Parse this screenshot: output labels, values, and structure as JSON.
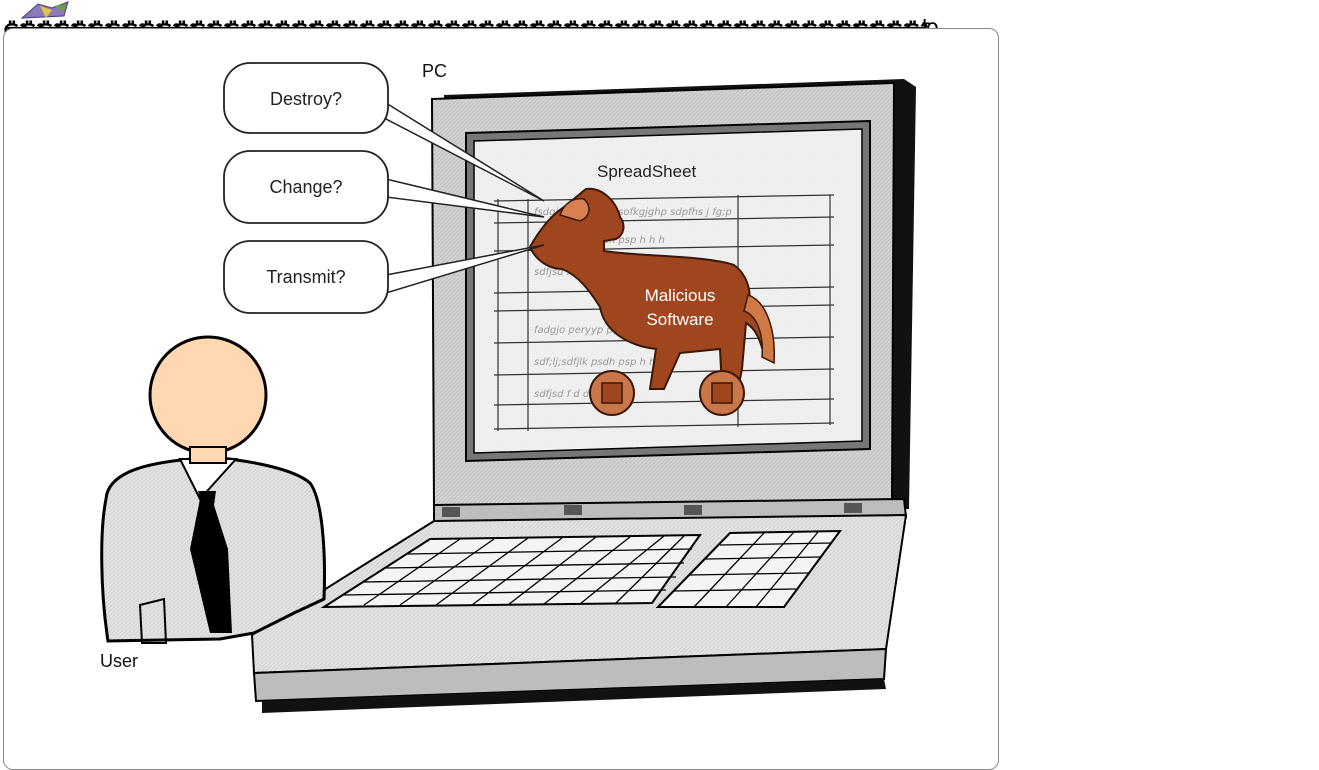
{
  "header": {
    "garbled_text": "ఊఊఊఊఊఊఊఊఊఊఊఊఊఊఊఊఊఊఊఊఊఊఊఊఊఊఊఊఊఊఊఊఊఊఊఊఊఊఊఊఊఊఊఊఊఊఊఊఊఊఊఊఊఊ",
    "garbled_tail": "to"
  },
  "diagram": {
    "pc_label": "PC",
    "user_label": "User",
    "screen_title": "SpreadSheet",
    "trojan_label_line1": "Malicious",
    "trojan_label_line2": "Software",
    "bubbles": [
      "Destroy?",
      "Change?",
      "Transmit?"
    ],
    "sheet_rows": [
      "fsdgjo peryyp pdsofkgjghp sdpfhs j fg;p",
      "sdf;lj;sdfjlk psdh psp  h h h",
      "sdfjsd  fsd",
      "fadgjo peryyp pdsofkgjghp sdpfhs j fg;p",
      "sdf;lj;sdfjlk psdh psp  h h h",
      "sdfjsd     f  d df"
    ]
  }
}
